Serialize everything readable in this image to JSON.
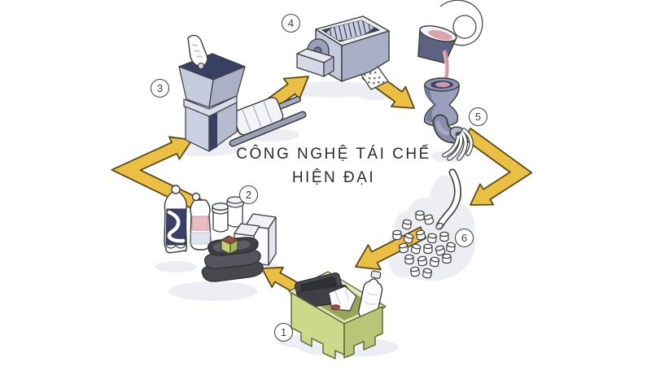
{
  "title": {
    "line1": "CÔNG NGHỆ TÁI CHẾ",
    "line2": "HIỆN ĐẠI"
  },
  "stages": [
    {
      "number": "1"
    },
    {
      "number": "2"
    },
    {
      "number": "3"
    },
    {
      "number": "4"
    },
    {
      "number": "5"
    },
    {
      "number": "6"
    }
  ],
  "colors": {
    "background": "#ffffff",
    "title_text": "#2d2d2d",
    "arrow_fill": "#eabf43",
    "arrow_outline": "#5a4a1a",
    "machine_gray": "#c5cade",
    "machine_dark": "#3a4063",
    "bin_green": "#ccd88a",
    "molten_pink": "#cf98a2"
  }
}
